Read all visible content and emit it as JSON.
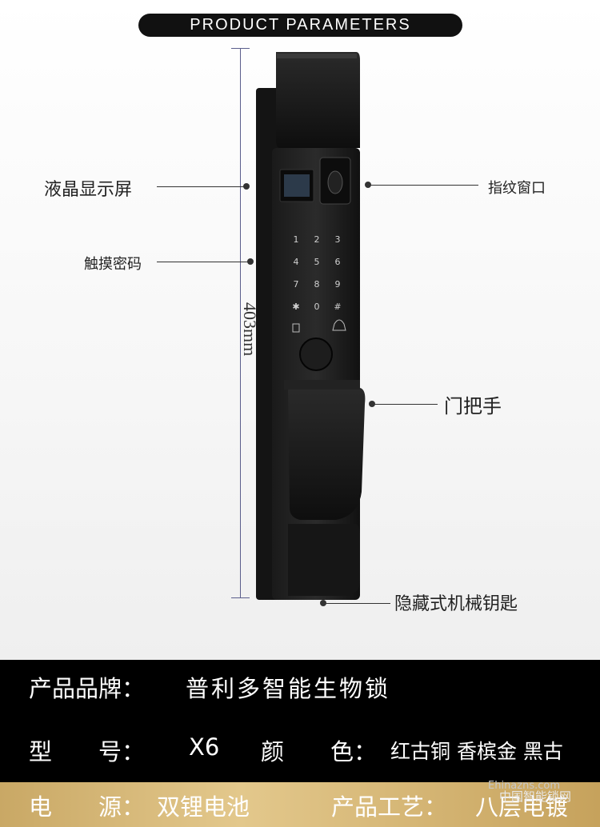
{
  "banner": {
    "title": "PRODUCT PARAMETERS"
  },
  "dimension": {
    "height_label": "403mm"
  },
  "callouts": {
    "lcd": "液晶显示屏",
    "fingerprint": "指纹窗口",
    "touch_password": "触摸密码",
    "handle": "门把手",
    "hidden_key": "隐藏式机械钥匙"
  },
  "keypad": {
    "keys": [
      "1",
      "2",
      "3",
      "4",
      "5",
      "6",
      "7",
      "8",
      "9",
      "✱",
      "0",
      "#"
    ]
  },
  "specs": {
    "brand_label": "产品品牌：",
    "brand_value": "普利多智能生物锁",
    "model_label": "型　　号：",
    "model_value": "X6",
    "color_label": "颜　　色：",
    "color_value": "红古铜 香槟金 黑古",
    "power_label": "电　　源：",
    "power_value": "双锂电池",
    "craft_label": "产品工艺：",
    "craft_value": "八层电镀"
  },
  "watermark": {
    "site": "Ehinazns.com",
    "name": "中国智能锁网"
  }
}
